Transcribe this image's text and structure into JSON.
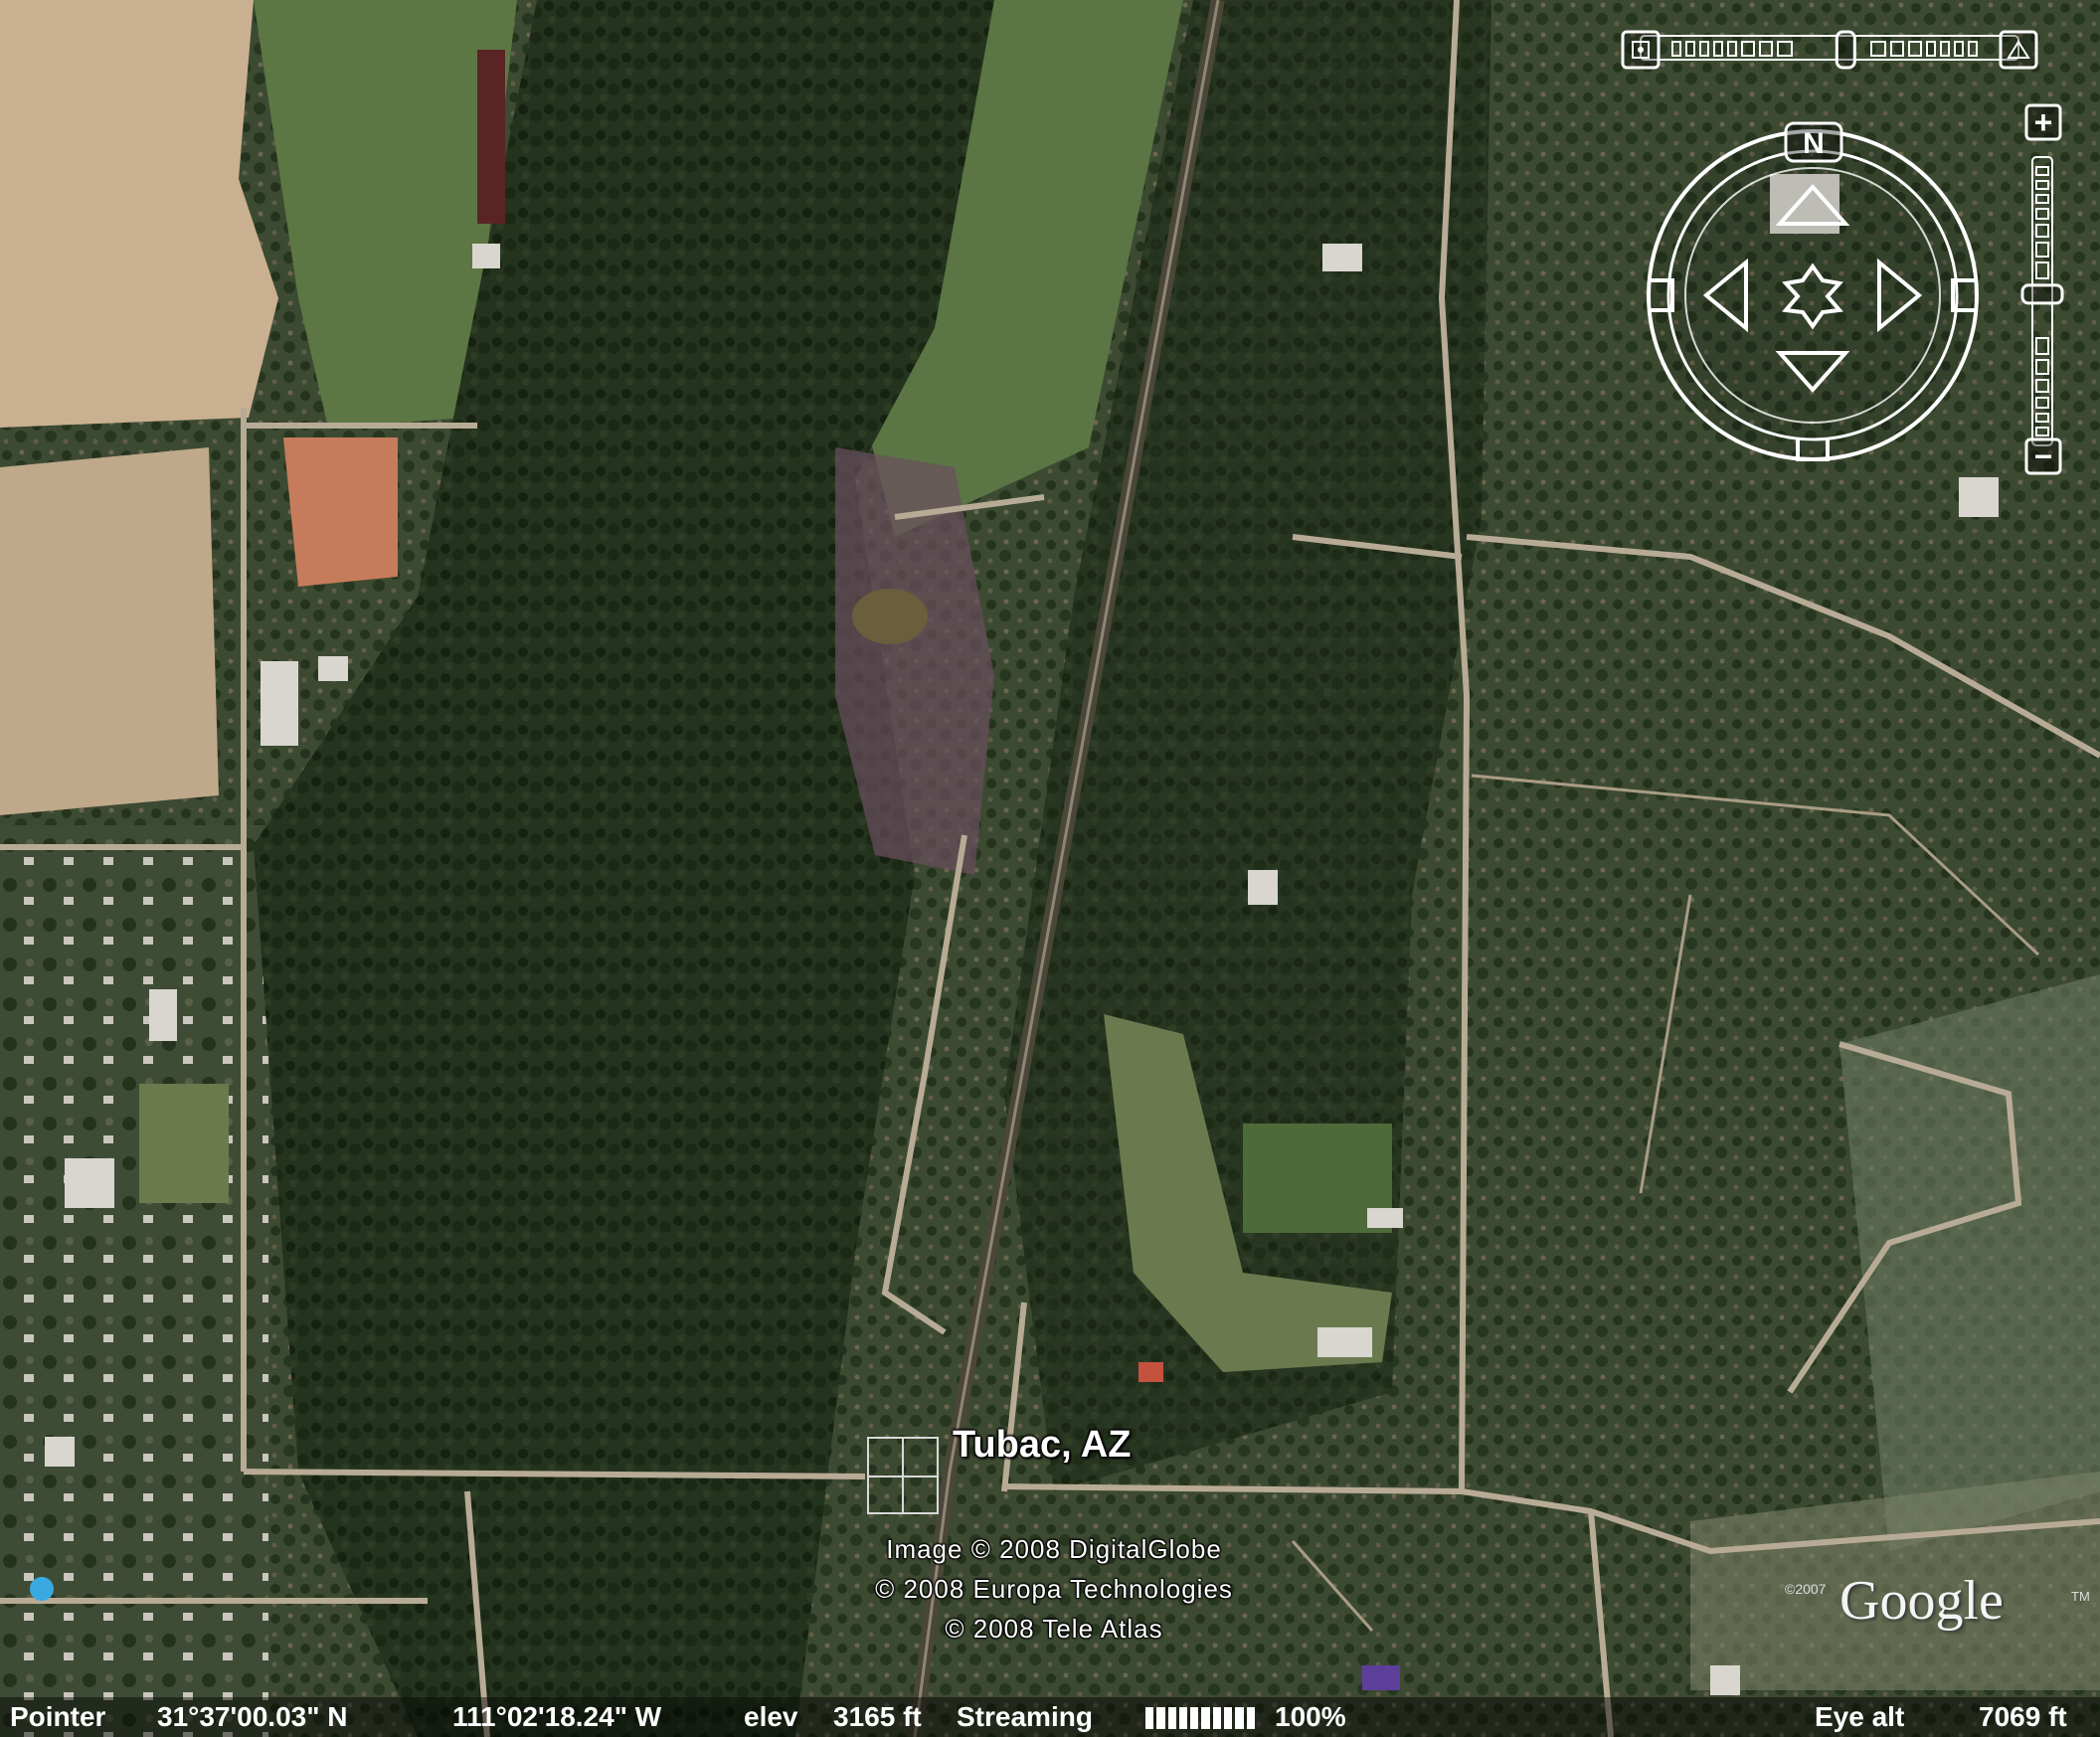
{
  "map": {
    "place_label": "Tubac, AZ",
    "credits": [
      "Image © 2008 DigitalGlobe",
      "© 2008 Europa Technologies",
      "© 2008 Tele Atlas"
    ],
    "brand": "Google",
    "brand_year": "©2007",
    "brand_tm": "TM"
  },
  "controls": {
    "look_icon": "look-around-icon",
    "tilt_icon": "tilt-icon",
    "north_label": "N",
    "zoom_in_label": "+",
    "zoom_out_label": "−",
    "tilt_slider_level": 0.55,
    "zoom_slider_level": 0.47
  },
  "statusbar": {
    "pointer_label": "Pointer",
    "latitude": "31°37'00.03\" N",
    "longitude": "111°02'18.24\" W",
    "elev_label": "elev",
    "elev_value": "3165 ft",
    "streaming_label": "Streaming",
    "streaming_percent": "100%",
    "eye_alt_label": "Eye alt",
    "eye_alt_value": "7069 ft"
  },
  "colors": {
    "forest": "#1b2b17",
    "desert": "#c9b090",
    "road": "#b8ab95",
    "control": "#ffffff"
  }
}
